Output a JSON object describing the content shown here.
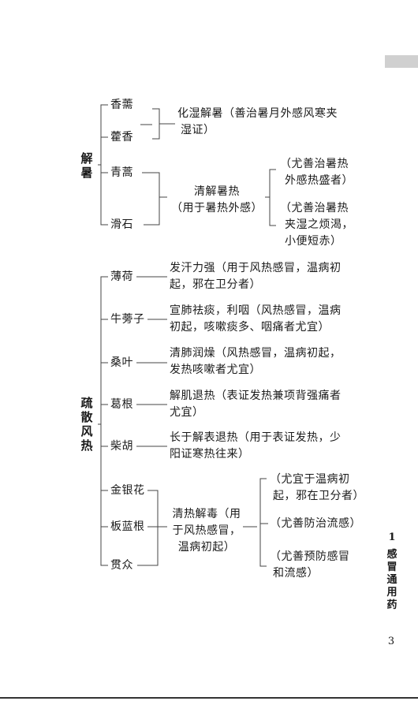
{
  "section1": {
    "title": "解暑",
    "herbs": [
      "香薷",
      "藿香",
      "青蒿",
      "滑石"
    ],
    "group1_effect": [
      "化湿解暑（善治暑月外感风寒夹",
      "湿证）"
    ],
    "group2_effect": [
      "清解暑热",
      "（用于暑热外感）"
    ],
    "qinghao_note": [
      "（尤善治暑热",
      "外感热盛者）"
    ],
    "huashi_note": [
      "（尤善治暑热",
      "夹湿之烦渴，",
      "小便短赤）"
    ]
  },
  "section2": {
    "title": "疏散风热",
    "herbs": [
      {
        "name": "薄荷",
        "effect": [
          "发汗力强（用于风热感冒，温病初",
          "起，邪在卫分者）"
        ]
      },
      {
        "name": "牛蒡子",
        "effect": [
          "宣肺祛痰，利咽（风热感冒，温病",
          "初起，咳嗽痰多、咽痛者尤宜）"
        ]
      },
      {
        "name": "桑叶",
        "effect": [
          "清肺润燥（风热感冒，温病初起，",
          "发热咳嗽者尤宜）"
        ]
      },
      {
        "name": "葛根",
        "effect": [
          "解肌退热（表证发热兼项背强痛者",
          "尤宜）"
        ]
      },
      {
        "name": "柴胡",
        "effect": [
          "长于解表退热（用于表证发热，少",
          "阳证寒热往来）"
        ]
      }
    ],
    "group_herbs": [
      "金银花",
      "板蓝根",
      "贯众"
    ],
    "group_effect": [
      "清热解毒（用",
      "于风热感冒，",
      "温病初起）"
    ],
    "jinyinhua_note": [
      "（尤宜于温病初",
      "起，邪在卫分者）"
    ],
    "banlangen_note": [
      "（尤善防治流感）"
    ],
    "guanzhong_note": [
      "（尤善预防感冒",
      "和流感）"
    ]
  },
  "sidebar": {
    "chapter_number": "1",
    "chapter_title": "感冒通用药"
  },
  "page_number": "3"
}
